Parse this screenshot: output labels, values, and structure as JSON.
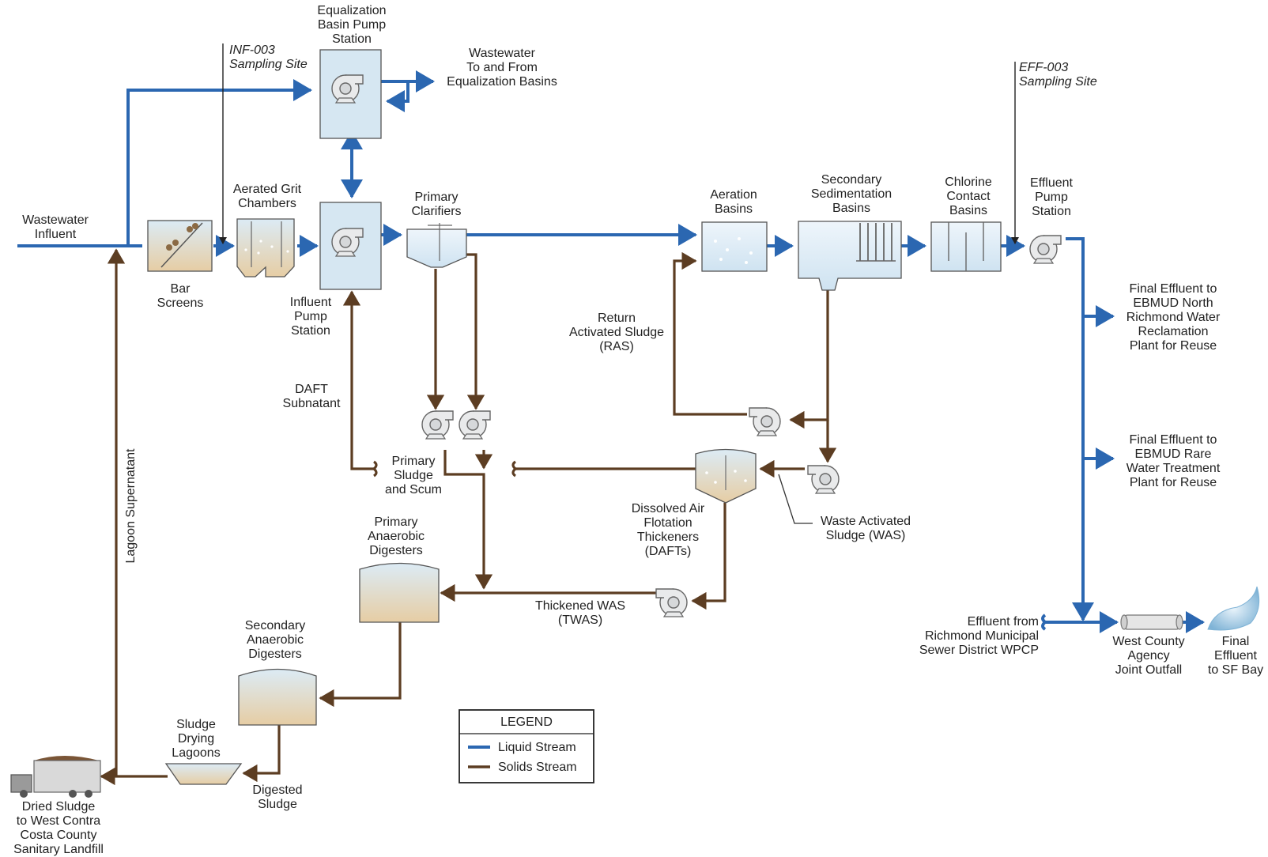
{
  "colors": {
    "liquid": "#2b67b1",
    "solids": "#5c3d22",
    "box": "#d6e7f2",
    "tank_top": "#dcebf5",
    "tank_bottom": "#e6cda4"
  },
  "labels": {
    "wastewater_influent": [
      "Wastewater",
      "Influent"
    ],
    "inf003": [
      "INF-003",
      "Sampling Site"
    ],
    "eq_pump_station": [
      "Equalization",
      "Basin Pump",
      "Station"
    ],
    "to_from_eq": [
      "Wastewater",
      "To and From",
      "Equalization Basins"
    ],
    "aerated_grit": [
      "Aerated Grit",
      "Chambers"
    ],
    "bar_screens": [
      "Bar",
      "Screens"
    ],
    "influent_pump": [
      "Influent",
      "Pump",
      "Station"
    ],
    "primary_clarifiers": [
      "Primary",
      "Clarifiers"
    ],
    "aeration_basins": [
      "Aeration",
      "Basins"
    ],
    "secondary_sed": [
      "Secondary",
      "Sedimentation",
      "Basins"
    ],
    "chlorine_contact": [
      "Chlorine",
      "Contact",
      "Basins"
    ],
    "effluent_pump": [
      "Effluent",
      "Pump",
      "Station"
    ],
    "eff003": [
      "EFF-003",
      "Sampling Site"
    ],
    "final_north": [
      "Final Effluent to",
      "EBMUD North",
      "Richmond Water",
      "Reclamation",
      "Plant for Reuse"
    ],
    "final_rare": [
      "Final Effluent to",
      "EBMUD Rare",
      "Water Treatment",
      "Plant for Reuse"
    ],
    "ras": [
      "Return",
      "Activated Sludge",
      "(RAS)"
    ],
    "daft_subnatant": [
      "DAFT",
      "Subnatant"
    ],
    "primary_sludge": [
      "Primary",
      "Sludge",
      "and Scum"
    ],
    "dafts": [
      "Dissolved Air",
      "Flotation",
      "Thickeners",
      "(DAFTs)"
    ],
    "was": [
      "Waste Activated",
      "Sludge (WAS)"
    ],
    "lagoon_supernatant": "Lagoon Supernatant",
    "primary_digesters": [
      "Primary",
      "Anaerobic",
      "Digesters"
    ],
    "twas": [
      "Thickened WAS",
      "(TWAS)"
    ],
    "secondary_digesters": [
      "Secondary",
      "Anaerobic",
      "Digesters"
    ],
    "drying_lagoons": [
      "Sludge",
      "Drying",
      "Lagoons"
    ],
    "digested_sludge": [
      "Digested",
      "Sludge"
    ],
    "dried_sludge": [
      "Dried Sludge",
      "to West Contra",
      "Costa County",
      "Sanitary Landfill"
    ],
    "richmond_effluent": [
      "Effluent from",
      "Richmond Municipal",
      "Sewer District WPCP"
    ],
    "joint_outfall": [
      "West County",
      "Agency",
      "Joint Outfall"
    ],
    "final_sf_bay": [
      "Final",
      "Effluent",
      "to SF Bay"
    ]
  },
  "legend": {
    "title": "LEGEND",
    "items": [
      {
        "label": "Liquid Stream",
        "color": "#2b67b1"
      },
      {
        "label": "Solids Stream",
        "color": "#5c3d22"
      }
    ]
  },
  "icons": [
    "pump-icon",
    "truck-icon",
    "water-splash-icon",
    "pipe-outfall-icon"
  ]
}
